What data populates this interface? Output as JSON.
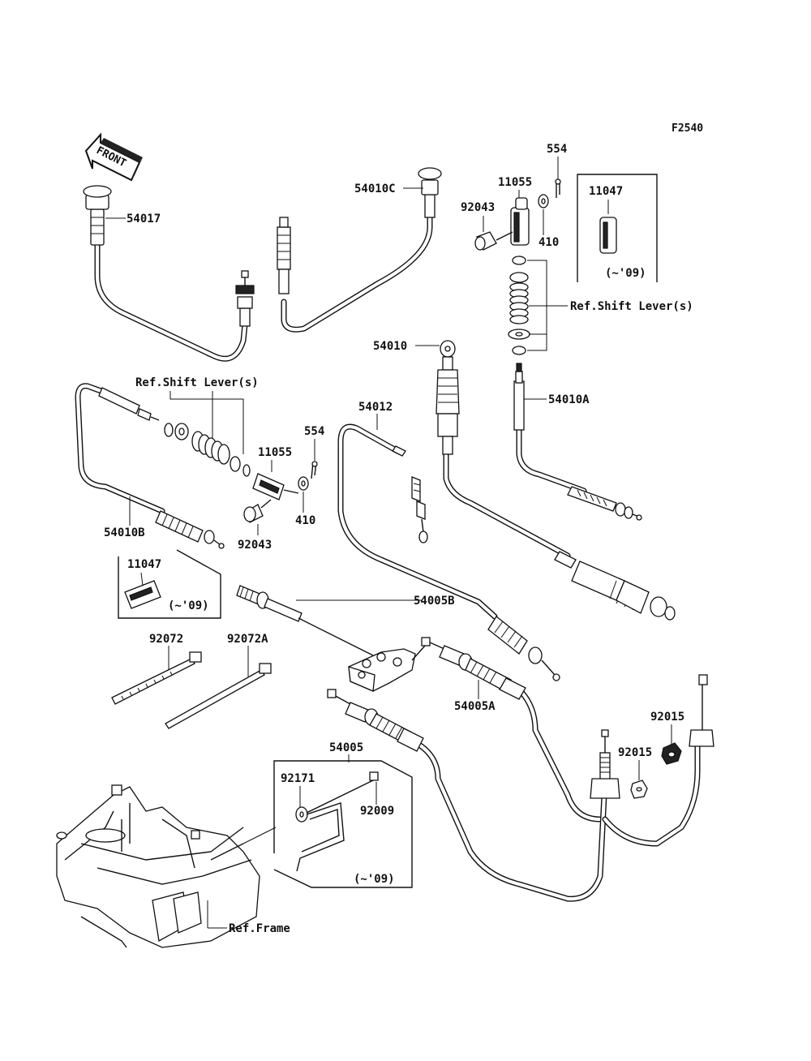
{
  "figure_code": "F2540",
  "front_label": "FRONT",
  "part_numbers": {
    "p54017": "54017",
    "p54010C": "54010C",
    "p554_top": "554",
    "p11055_top": "11055",
    "p92043_top": "92043",
    "p410_top": "410",
    "p11047_top": "11047",
    "p09_top": "(~'09)",
    "ref_shift_right": "Ref.Shift Lever(s)",
    "p54010": "54010",
    "p54010A": "54010A",
    "ref_shift_left": "Ref.Shift Lever(s)",
    "p54012": "54012",
    "p554_mid": "554",
    "p11055_mid": "11055",
    "p410_mid": "410",
    "p92043_mid": "92043",
    "p54010B": "54010B",
    "p11047_mid": "11047",
    "p09_mid": "(~'09)",
    "p54005B": "54005B",
    "p92072": "92072",
    "p92072A": "92072A",
    "p54005A": "54005A",
    "p92015_a": "92015",
    "p92015_b": "92015",
    "p54005": "54005",
    "p92171": "92171",
    "p92009": "92009",
    "p09_bot": "(~'09)",
    "ref_frame": "Ref.Frame"
  }
}
